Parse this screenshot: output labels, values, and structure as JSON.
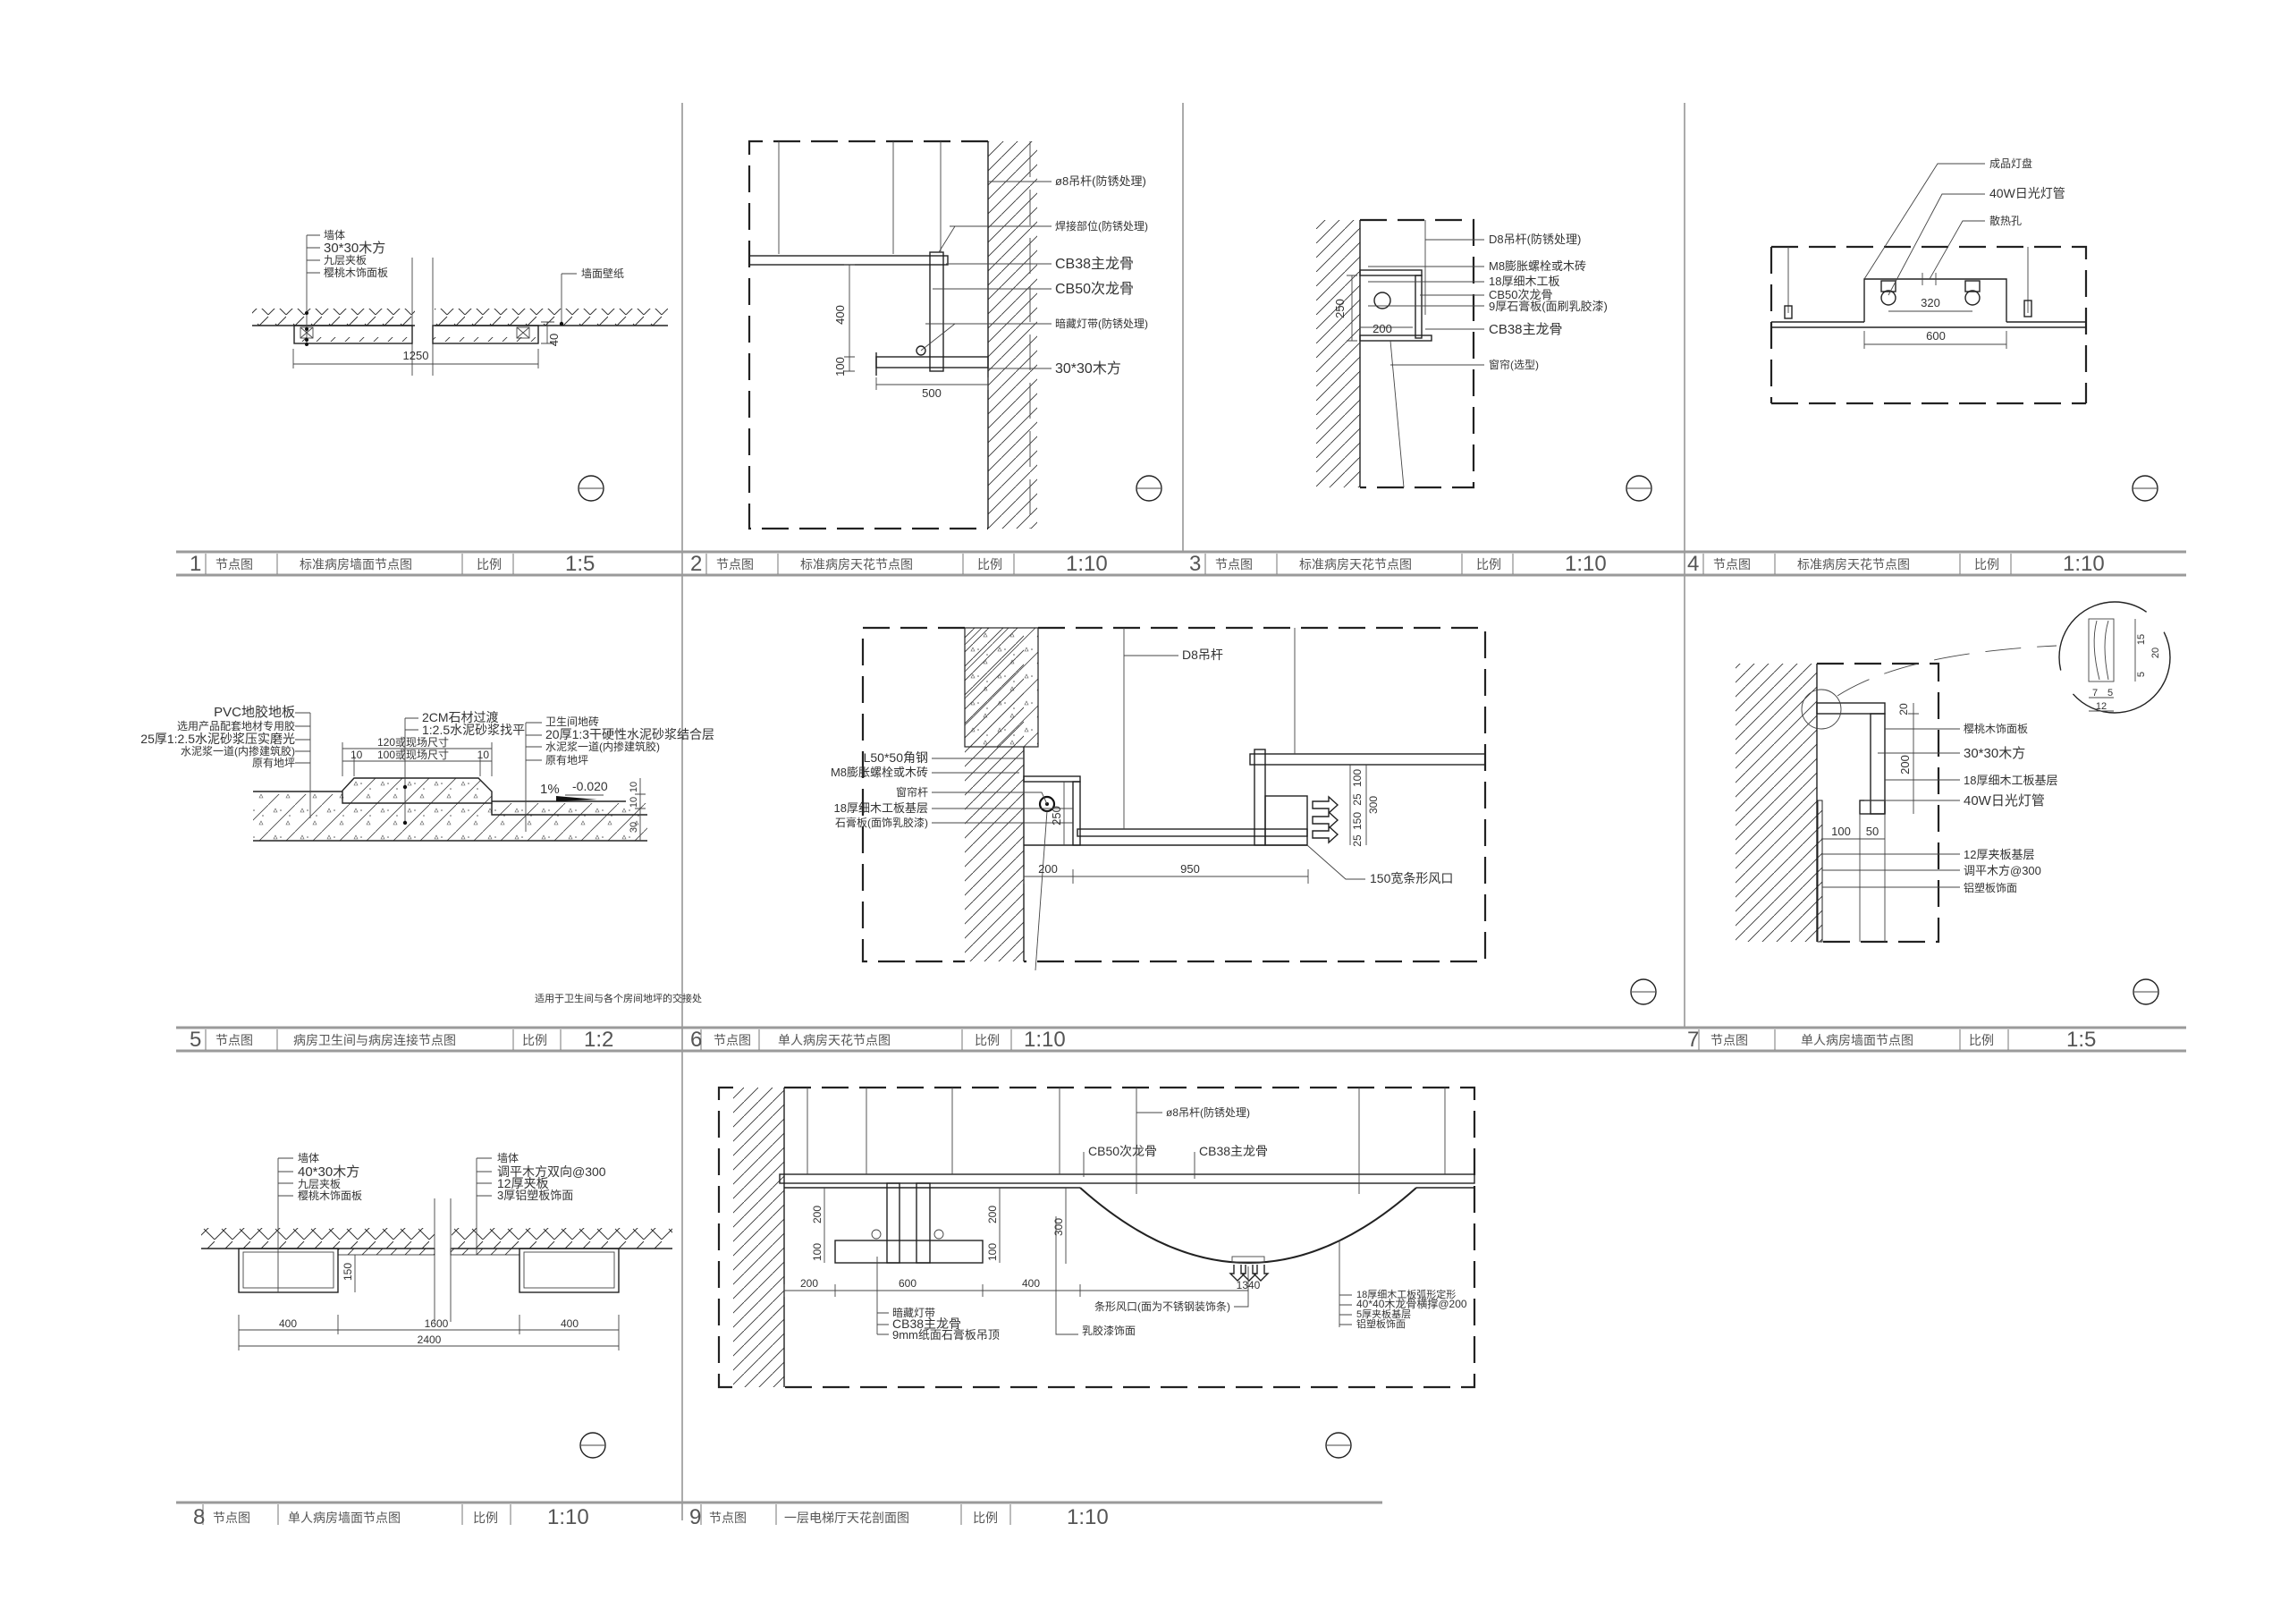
{
  "title_blocks": [
    {
      "num": "1",
      "type": "节点图",
      "title": "标准病房墙面节点图",
      "scale_label": "比例",
      "scale": "1:5"
    },
    {
      "num": "2",
      "type": "节点图",
      "title": "标准病房天花节点图",
      "scale_label": "比例",
      "scale": "1:10"
    },
    {
      "num": "3",
      "type": "节点图",
      "title": "标准病房天花节点图",
      "scale_label": "比例",
      "scale": "1:10"
    },
    {
      "num": "4",
      "type": "节点图",
      "title": "标准病房天花节点图",
      "scale_label": "比例",
      "scale": "1:10"
    },
    {
      "num": "5",
      "type": "节点图",
      "title": "病房卫生间与病房连接节点图",
      "scale_label": "比例",
      "scale": "1:2"
    },
    {
      "num": "6",
      "type": "节点图",
      "title": "单人病房天花节点图",
      "scale_label": "比例",
      "scale": "1:10"
    },
    {
      "num": "7",
      "type": "节点图",
      "title": "单人病房墙面节点图",
      "scale_label": "比例",
      "scale": "1:5"
    },
    {
      "num": "8",
      "type": "节点图",
      "title": "单人病房墙面节点图",
      "scale_label": "比例",
      "scale": "1:10"
    },
    {
      "num": "9",
      "type": "节点图",
      "title": "一层电梯厅天花剖面图",
      "scale_label": "比例",
      "scale": "1:10"
    }
  ],
  "panel1": {
    "labels_left": [
      "墙体",
      "30*30木方",
      "九层夹板",
      "樱桃木饰面板"
    ],
    "label_right": "墙面壁纸",
    "dims": [
      "1250",
      "40"
    ]
  },
  "panel2": {
    "labels": [
      "ø8吊杆(防锈处理)",
      "焊接部位(防锈处理)",
      "CB38主龙骨",
      "CB50次龙骨",
      "暗藏灯带(防锈处理)",
      "30*30木方"
    ],
    "dims": [
      "400",
      "100",
      "500"
    ]
  },
  "panel3": {
    "labels": [
      "D8吊杆(防锈处理)",
      "M8膨胀螺栓或木砖",
      "18厚细木工板",
      "CB50次龙骨",
      "9厚石膏板(面刷乳胶漆)",
      "CB38主龙骨",
      "窗帘(选型)"
    ],
    "dims": [
      "250",
      "200"
    ]
  },
  "panel4": {
    "labels": [
      "成品灯盘",
      "40W日光灯管",
      "散热孔"
    ],
    "dims": [
      "320",
      "600"
    ]
  },
  "panel5": {
    "labels_left": [
      "PVC地胶地板",
      "选用产品配套地材专用胶",
      "25厚1:2.5水泥砂浆压实磨光",
      "水泥浆一道(内掺建筑胶)",
      "原有地坪"
    ],
    "labels_center": [
      "2CM石材过渡",
      "1:2.5水泥砂浆找平"
    ],
    "labels_right": [
      "卫生间地砖",
      "20厚1:3干硬性水泥砂浆结合层",
      "水泥浆一道(内掺建筑胶)",
      "原有地坪"
    ],
    "dims": [
      "120或现场尺寸",
      "100或现场尺寸",
      "10",
      "10"
    ],
    "vdims": [
      "10",
      "10",
      "30"
    ],
    "slope": "1%",
    "level": "-0.020",
    "note": "适用于卫生间与各个房间地坪的交接处"
  },
  "panel6": {
    "labels_left": [
      "L50*50角钢",
      "M8膨胀螺栓或木砖",
      "窗帘杆",
      "18厚细木工板基层",
      "石膏板(面饰乳胶漆)"
    ],
    "label_rod": "D8吊杆",
    "label_vent": "150宽条形风口",
    "dims": [
      "200",
      "950",
      "250"
    ],
    "vdims": [
      "100",
      "25",
      "150",
      "25",
      "300"
    ]
  },
  "panel7": {
    "labels": [
      "樱桃木饰面板",
      "30*30木方",
      "18厚细木工板基层",
      "40W日光灯管",
      "12厚夹板基层",
      "调平木方@300",
      "铝塑板饰面"
    ],
    "dims": [
      "20",
      "200",
      "100",
      "50"
    ],
    "detail_dims": [
      "15",
      "20",
      "5",
      "7",
      "5",
      "12"
    ]
  },
  "panel8": {
    "labels_left": [
      "墙体",
      "40*30木方",
      "九层夹板",
      "樱桃木饰面板"
    ],
    "labels_right": [
      "墙体",
      "调平木方双向@300",
      "12厚夹板",
      "3厚铝塑板饰面"
    ],
    "dims": [
      "150",
      "400",
      "1600",
      "400",
      "2400"
    ]
  },
  "panel9": {
    "label_rod": "ø8吊杆(防锈处理)",
    "label_cb50": "CB50次龙骨",
    "label_cb38": "CB38主龙骨",
    "labels_bottom_left": [
      "暗藏灯带",
      "CB38主龙骨",
      "9mm纸面石膏板吊顶"
    ],
    "label_latex": "乳胶漆饰面",
    "label_vent": "条形风口(面为不锈钢装饰条)",
    "labels_right": [
      "18厚细木工板弧形定形",
      "40*40木龙骨横撑@200",
      "5厚夹板基层",
      "铝塑板饰面"
    ],
    "dims": [
      "200",
      "600",
      "400",
      "1340"
    ],
    "vdims": [
      "200",
      "100",
      "200",
      "100",
      "300"
    ]
  }
}
